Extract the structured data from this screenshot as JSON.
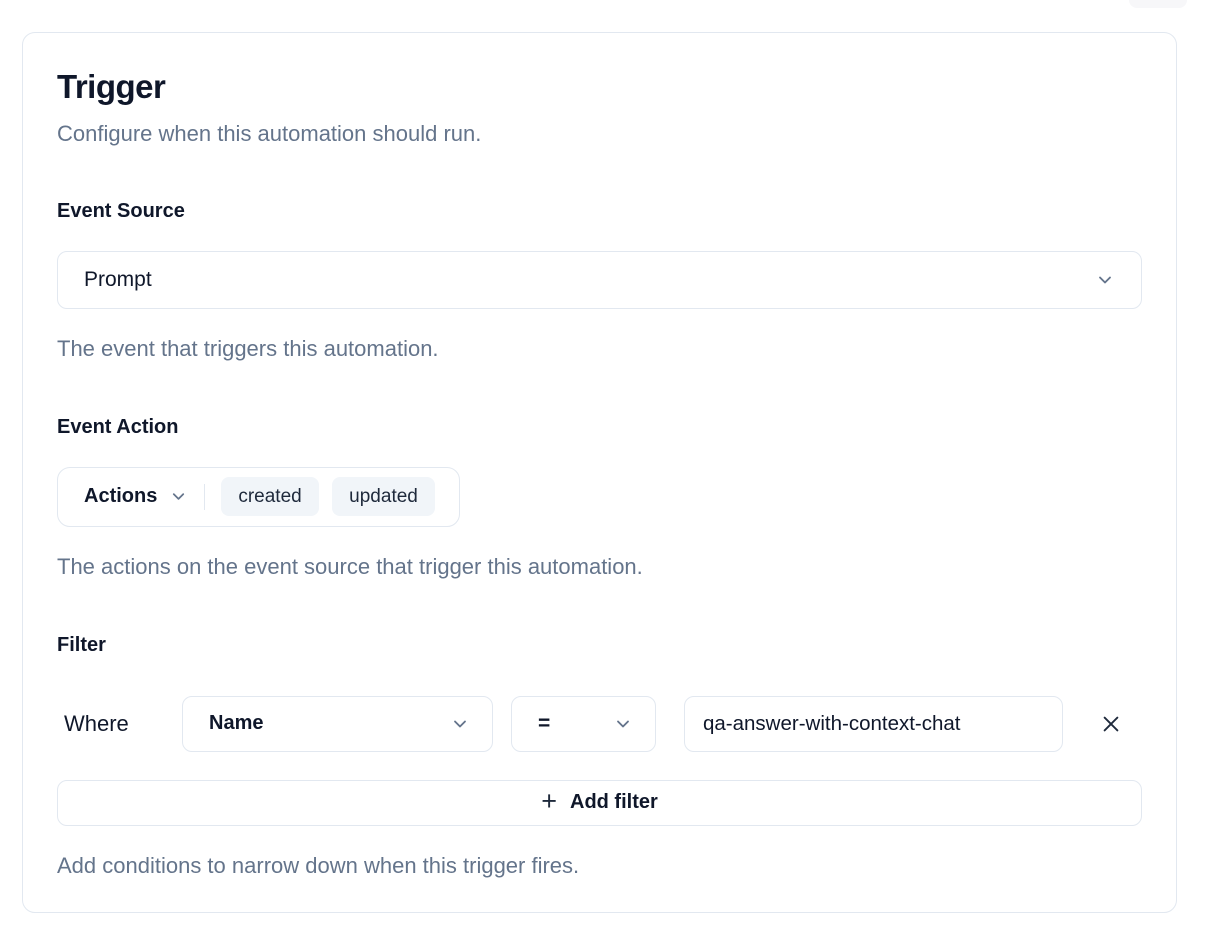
{
  "page": {
    "title": "Trigger",
    "subtitle": "Configure when this automation should run."
  },
  "event_source": {
    "label": "Event Source",
    "selected": "Prompt",
    "help": "The event that triggers this automation."
  },
  "event_action": {
    "label": "Event Action",
    "dropdown_label": "Actions",
    "selected_actions": [
      "created",
      "updated"
    ],
    "help": "The actions on the event source that trigger this automation."
  },
  "filter": {
    "label": "Filter",
    "where_label": "Where",
    "rows": [
      {
        "field": "Name",
        "operator": "=",
        "value": "qa-answer-with-context-chat"
      }
    ],
    "add_button_icon": "+",
    "add_button_label": "Add filter",
    "help": "Add conditions to narrow down when this trigger fires."
  },
  "colors": {
    "border": "#e2e8f0",
    "text_dark": "#0f172a",
    "text_gray": "#64748b",
    "chip_bg": "#f1f5f9"
  }
}
